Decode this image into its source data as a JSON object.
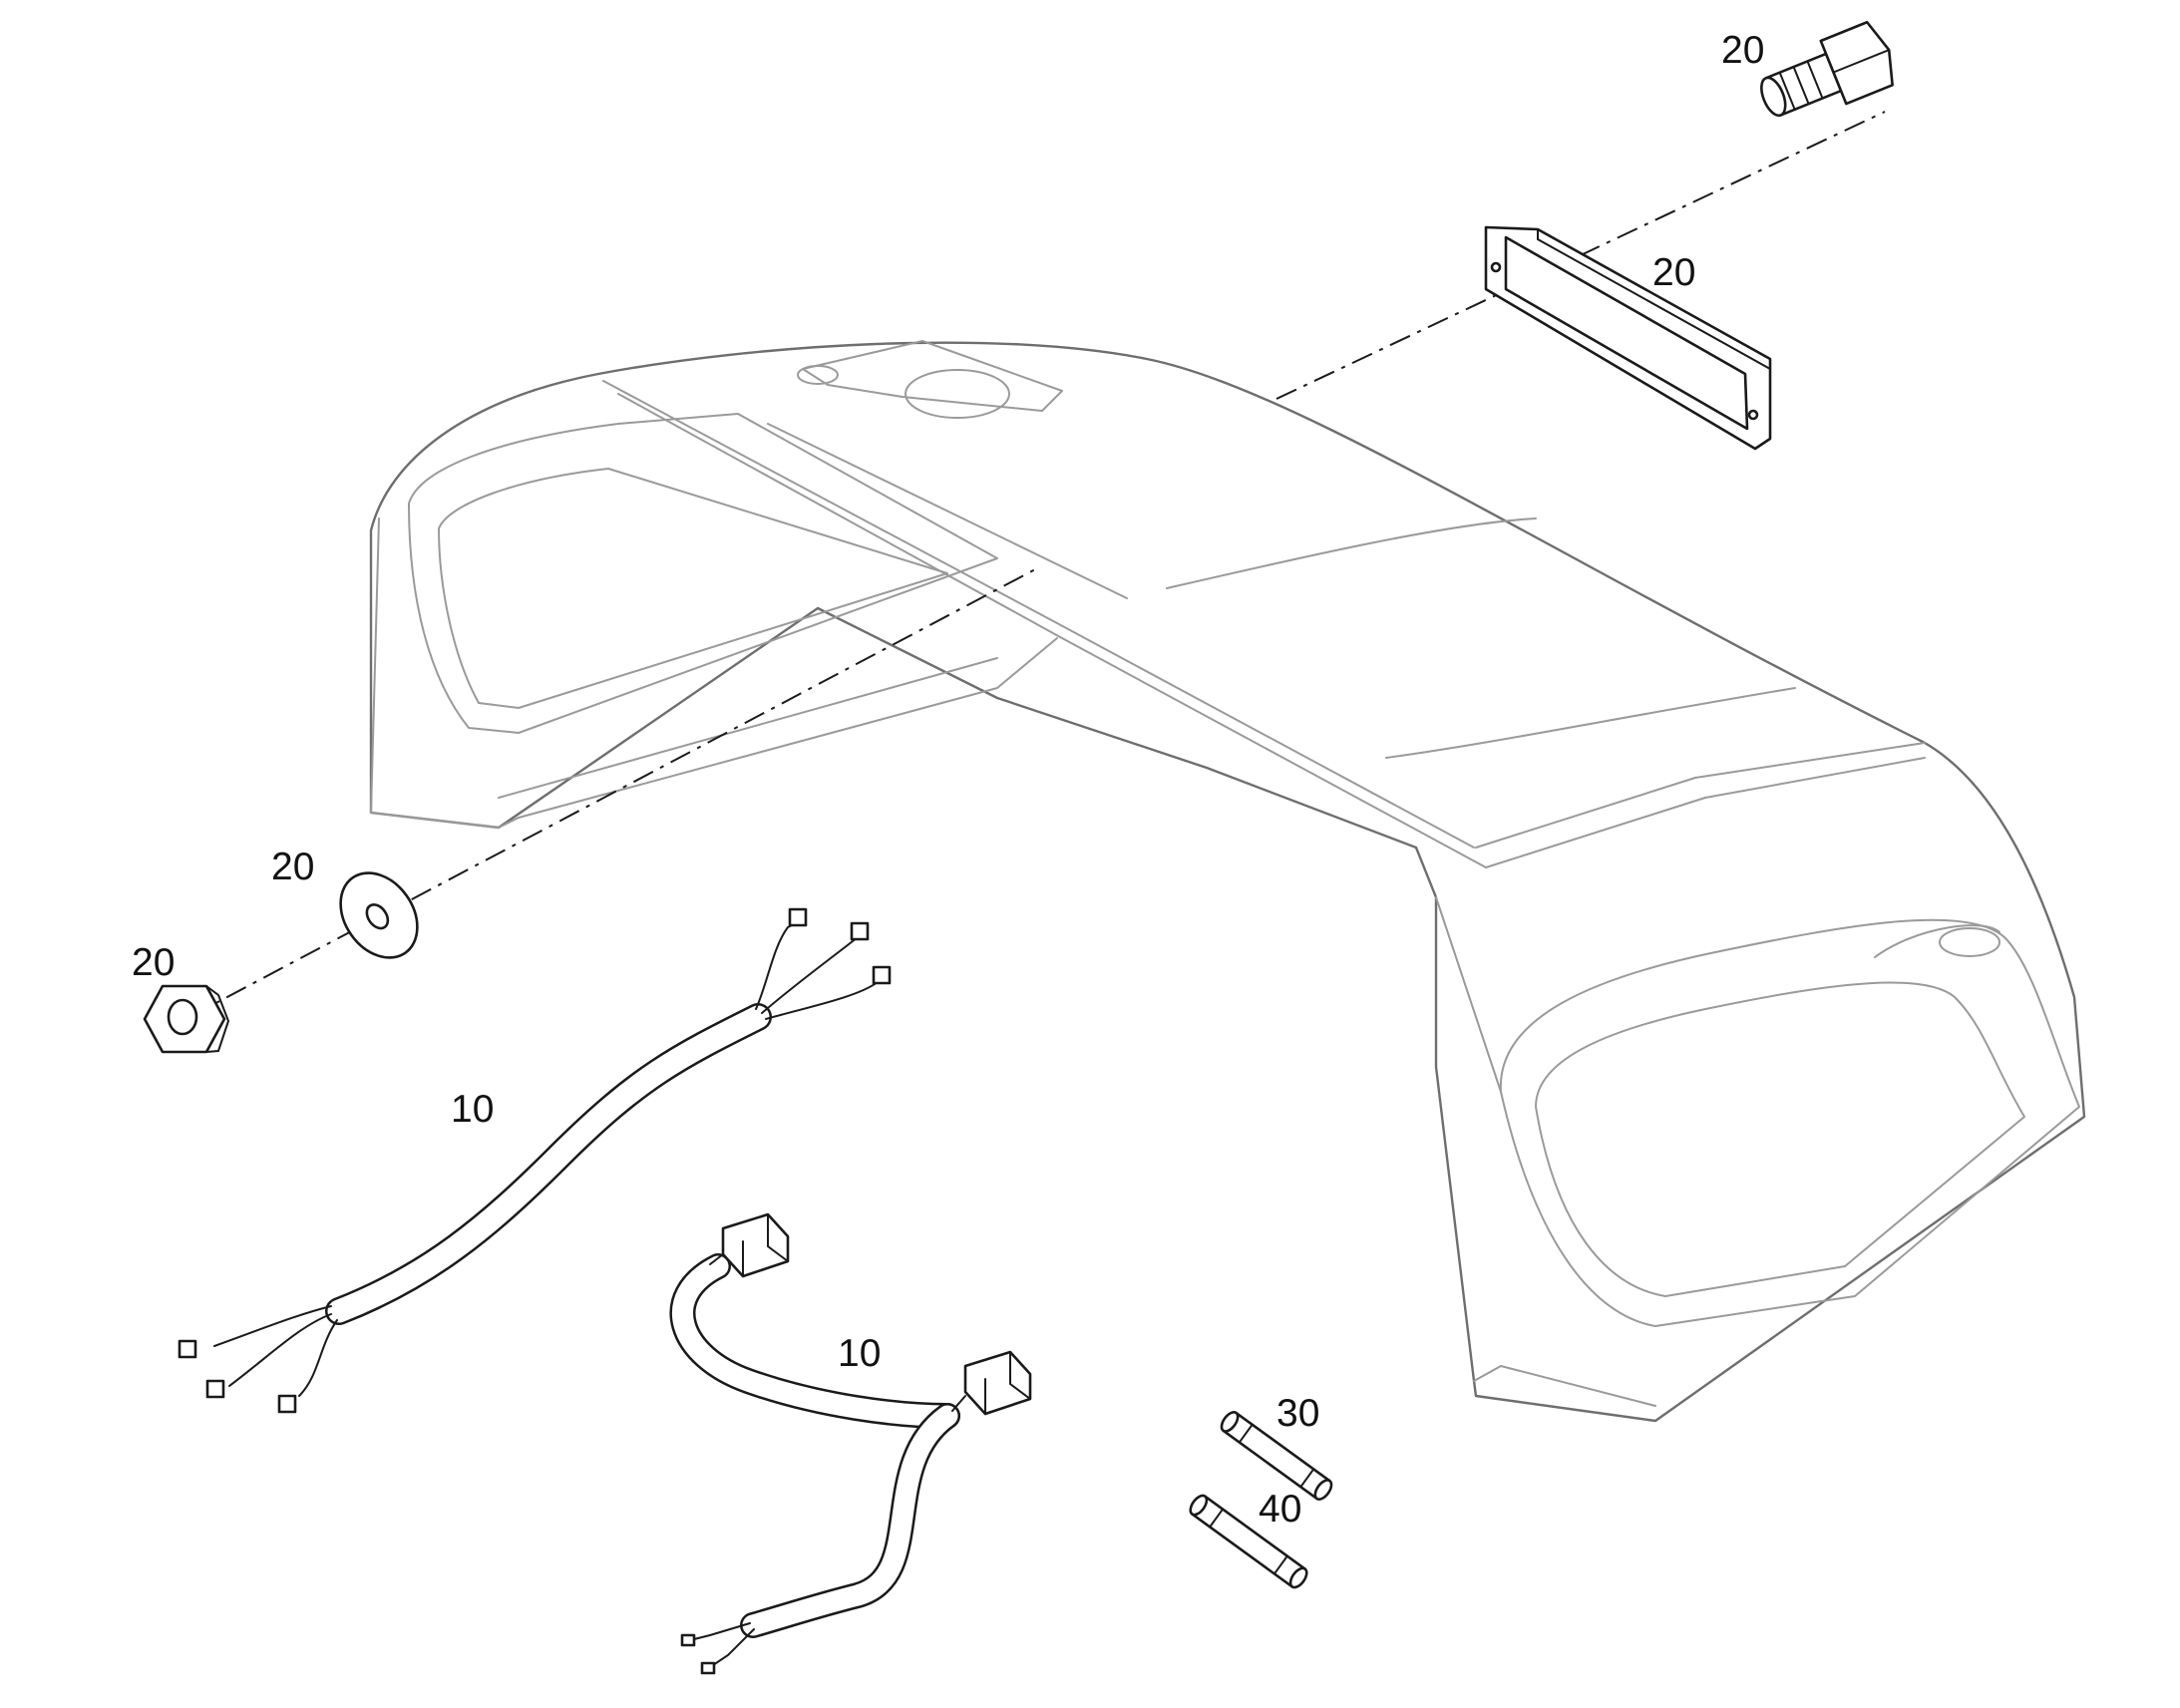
{
  "callouts": {
    "harness_upper": "10",
    "harness_lower": "10",
    "bolt": "20",
    "lamp_frame": "20",
    "washer": "20",
    "nut": "20",
    "fuse_a": "30",
    "fuse_b": "40"
  }
}
